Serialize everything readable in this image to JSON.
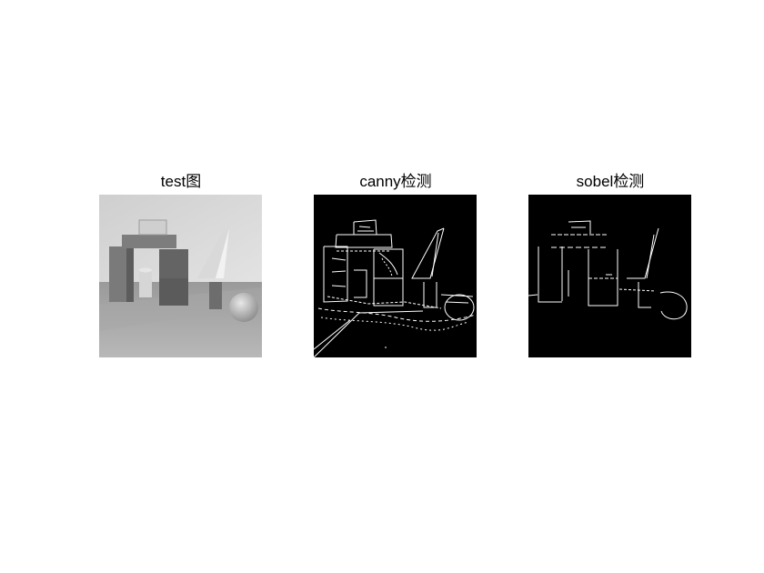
{
  "figure": {
    "panels": [
      {
        "title": "test图",
        "content": "photo-grayscale-blocks"
      },
      {
        "title": "canny检测",
        "content": "edge-map"
      },
      {
        "title": "sobel检测",
        "content": "edge-map"
      }
    ]
  },
  "colors": {
    "background": "#ffffff",
    "edge_background": "#000000",
    "edge_line": "#ffffff"
  }
}
